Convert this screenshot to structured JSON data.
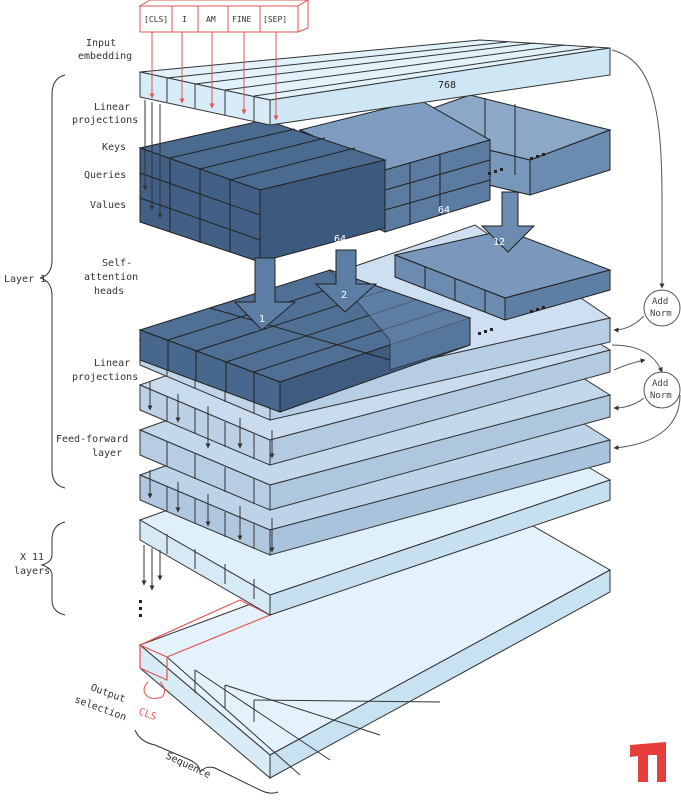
{
  "tokens": [
    "[CLS]",
    "I",
    "AM",
    "FINE",
    "[SEP]"
  ],
  "labels": {
    "input_embedding": [
      "Input",
      "embedding"
    ],
    "linear_projections_top": [
      "Linear",
      "projections"
    ],
    "keys": "Keys",
    "queries": "Queries",
    "values": "Values",
    "self_attention": [
      "Self-",
      "attention",
      "heads"
    ],
    "layer": "Layer 1",
    "linear_projections_mid": [
      "Linear",
      "projections"
    ],
    "feed_forward": [
      "Feed-forward",
      "layer"
    ],
    "x_layers": [
      "X 11",
      "layers"
    ],
    "output_selection": [
      "Output",
      "selection"
    ],
    "sequence": "Sequence",
    "cls": "CLS"
  },
  "dims": {
    "embedding": "768",
    "head_dim_1": "64",
    "head_dim_2": "64",
    "num_heads": "12"
  },
  "head_numbers": [
    "1",
    "2"
  ],
  "add_norm": [
    "Add",
    "Norm"
  ],
  "colors": {
    "light_block": "#dceffa",
    "mid_block": "#b9cee3",
    "dark_block": "#5d7ea4",
    "accent_red": "#e05555",
    "logo_red": "#e63e3a",
    "line": "#333333"
  }
}
